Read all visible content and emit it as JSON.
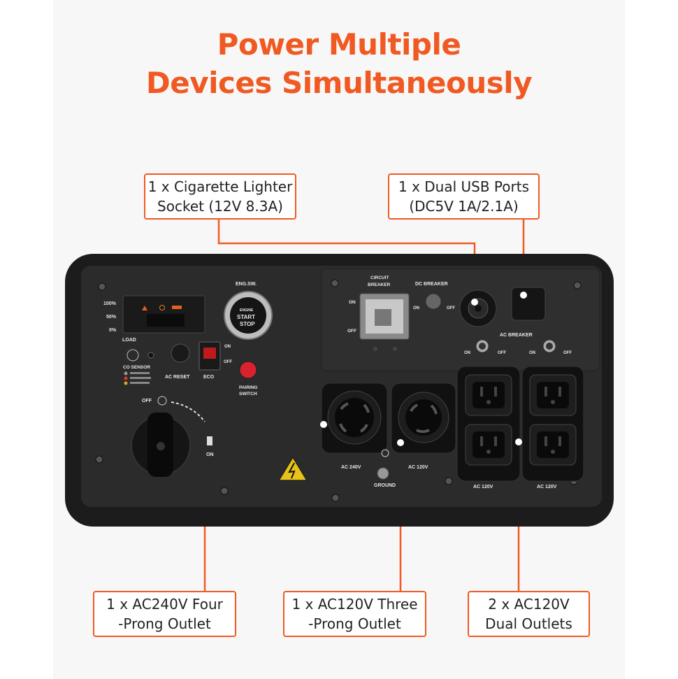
{
  "headline": {
    "line1": "Power Multiple",
    "line2": "Devices Simultaneously"
  },
  "callouts": {
    "cigarette": {
      "line1": "1 x Cigarette Lighter",
      "line2": "Socket (12V 8.3A)"
    },
    "usb": {
      "line1": "1 x Dual USB Ports",
      "line2": "(DC5V 1A/2.1A)"
    },
    "ac240": {
      "line1": "1 x AC240V Four",
      "line2": "-Prong Outlet"
    },
    "ac120_three": {
      "line1": "1 x AC120V Three",
      "line2": "-Prong Outlet"
    },
    "ac120_dual": {
      "line1": "2 x AC120V",
      "line2": "Dual Outlets"
    }
  },
  "panel": {
    "load_100": "100%",
    "load_50": "50%",
    "load_0": "0%",
    "load": "LOAD",
    "co_sensor": "CO SENSOR",
    "eng_sw": "ENG.SW.",
    "engine": "ENGINE",
    "start": "START",
    "stop": "STOP",
    "ac_reset": "AC RESET",
    "eco": "ECO",
    "on": "ON",
    "off": "OFF",
    "pairing": "PAIRING",
    "switch": "SWITCH",
    "circuit": "CIRCUIT",
    "breaker": "BREAKER",
    "dc_breaker": "DC BREAKER",
    "ac_breaker": "AC BREAKER",
    "ac240v": "AC 240V",
    "ac120v": "AC 120V",
    "ground": "GROUND"
  },
  "colors": {
    "accent": "#f05a22",
    "panel": "#2b2b2b",
    "frame": "#1c1c1c"
  }
}
